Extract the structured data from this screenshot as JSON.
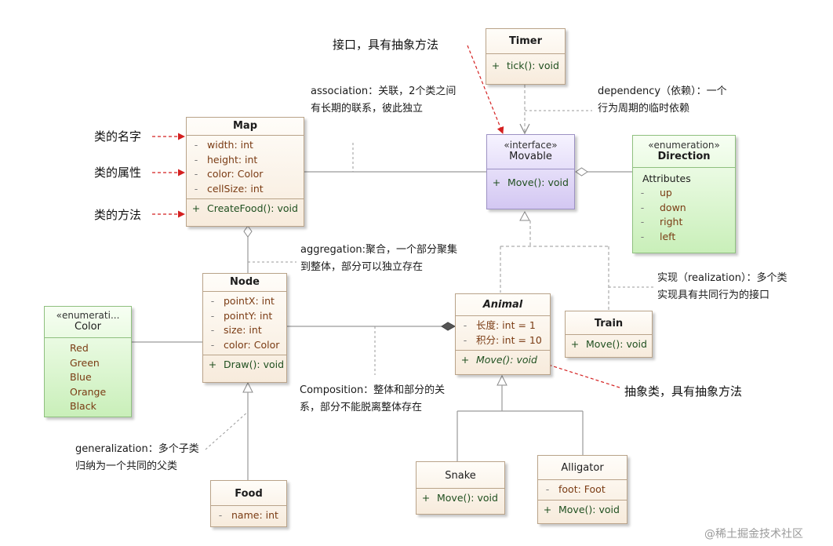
{
  "classes": {
    "map": {
      "name": "Map",
      "attributes": [
        {
          "vis": "-",
          "text": "width: int"
        },
        {
          "vis": "-",
          "text": "height: int"
        },
        {
          "vis": "-",
          "text": "color: Color"
        },
        {
          "vis": "-",
          "text": "cellSize: int"
        }
      ],
      "operations": [
        {
          "vis": "+",
          "text": "CreateFood(): void"
        }
      ]
    },
    "timer": {
      "name": "Timer",
      "operations": [
        {
          "vis": "+",
          "text": "tick(): void"
        }
      ]
    },
    "movable": {
      "stereotype": "«interface»",
      "name": "Movable",
      "operations": [
        {
          "vis": "+",
          "text": "Move(): void"
        }
      ]
    },
    "direction": {
      "stereotype": "«enumeration»",
      "name": "Direction",
      "section_label": "Attributes",
      "literals": [
        {
          "vis": "-",
          "text": "up"
        },
        {
          "vis": "-",
          "text": "down"
        },
        {
          "vis": "-",
          "text": "right"
        },
        {
          "vis": "-",
          "text": "left"
        }
      ]
    },
    "node": {
      "name": "Node",
      "attributes": [
        {
          "vis": "-",
          "text": "pointX: int"
        },
        {
          "vis": "-",
          "text": "pointY: int"
        },
        {
          "vis": "-",
          "text": "size: int"
        },
        {
          "vis": "-",
          "text": "color: Color"
        }
      ],
      "operations": [
        {
          "vis": "+",
          "text": "Draw(): void"
        }
      ]
    },
    "color": {
      "stereotype": "«enumerati...",
      "name": "Color",
      "literals": [
        "Red",
        "Green",
        "Blue",
        "Orange",
        "Black"
      ]
    },
    "animal": {
      "name": "Animal",
      "attributes": [
        {
          "vis": "-",
          "text": "长度: int = 1"
        },
        {
          "vis": "-",
          "text": "积分: int = 10"
        }
      ],
      "operations": [
        {
          "vis": "+",
          "text": "Move(): void"
        }
      ]
    },
    "train": {
      "name": "Train",
      "operations": [
        {
          "vis": "+",
          "text": "Move(): void"
        }
      ]
    },
    "snake": {
      "name": "Snake",
      "operations": [
        {
          "vis": "+",
          "text": "Move(): void"
        }
      ]
    },
    "alligator": {
      "name": "Alligator",
      "attributes": [
        {
          "vis": "-",
          "text": "foot: Foot"
        }
      ],
      "operations": [
        {
          "vis": "+",
          "text": "Move(): void"
        }
      ]
    },
    "food": {
      "name": "Food",
      "attributes": [
        {
          "vis": "-",
          "text": "name: int"
        }
      ]
    }
  },
  "callouts": {
    "class_name": "类的名字",
    "class_attributes": "类的属性",
    "class_methods": "类的方法",
    "interface": "接口，具有抽象方法",
    "abstract": "抽象类，具有抽象方法"
  },
  "notes": {
    "association": [
      "association：关联，2个类之间",
      "有长期的联系，彼此独立"
    ],
    "dependency": [
      "dependency（依赖）：一个",
      "行为周期的临时依赖"
    ],
    "aggregation": [
      "aggregation:聚合，一个部分聚集",
      "到整体，部分可以独立存在"
    ],
    "realization": [
      "实现（realization）：多个类",
      "实现具有共同行为的接口"
    ],
    "composition": [
      "Composition：整体和部分的关",
      "系，部分不能脱离整体存在"
    ],
    "generalization": [
      "generalization：多个子类",
      "归纳为一个共同的父类"
    ]
  },
  "watermark": "@稀土掘金技术社区"
}
